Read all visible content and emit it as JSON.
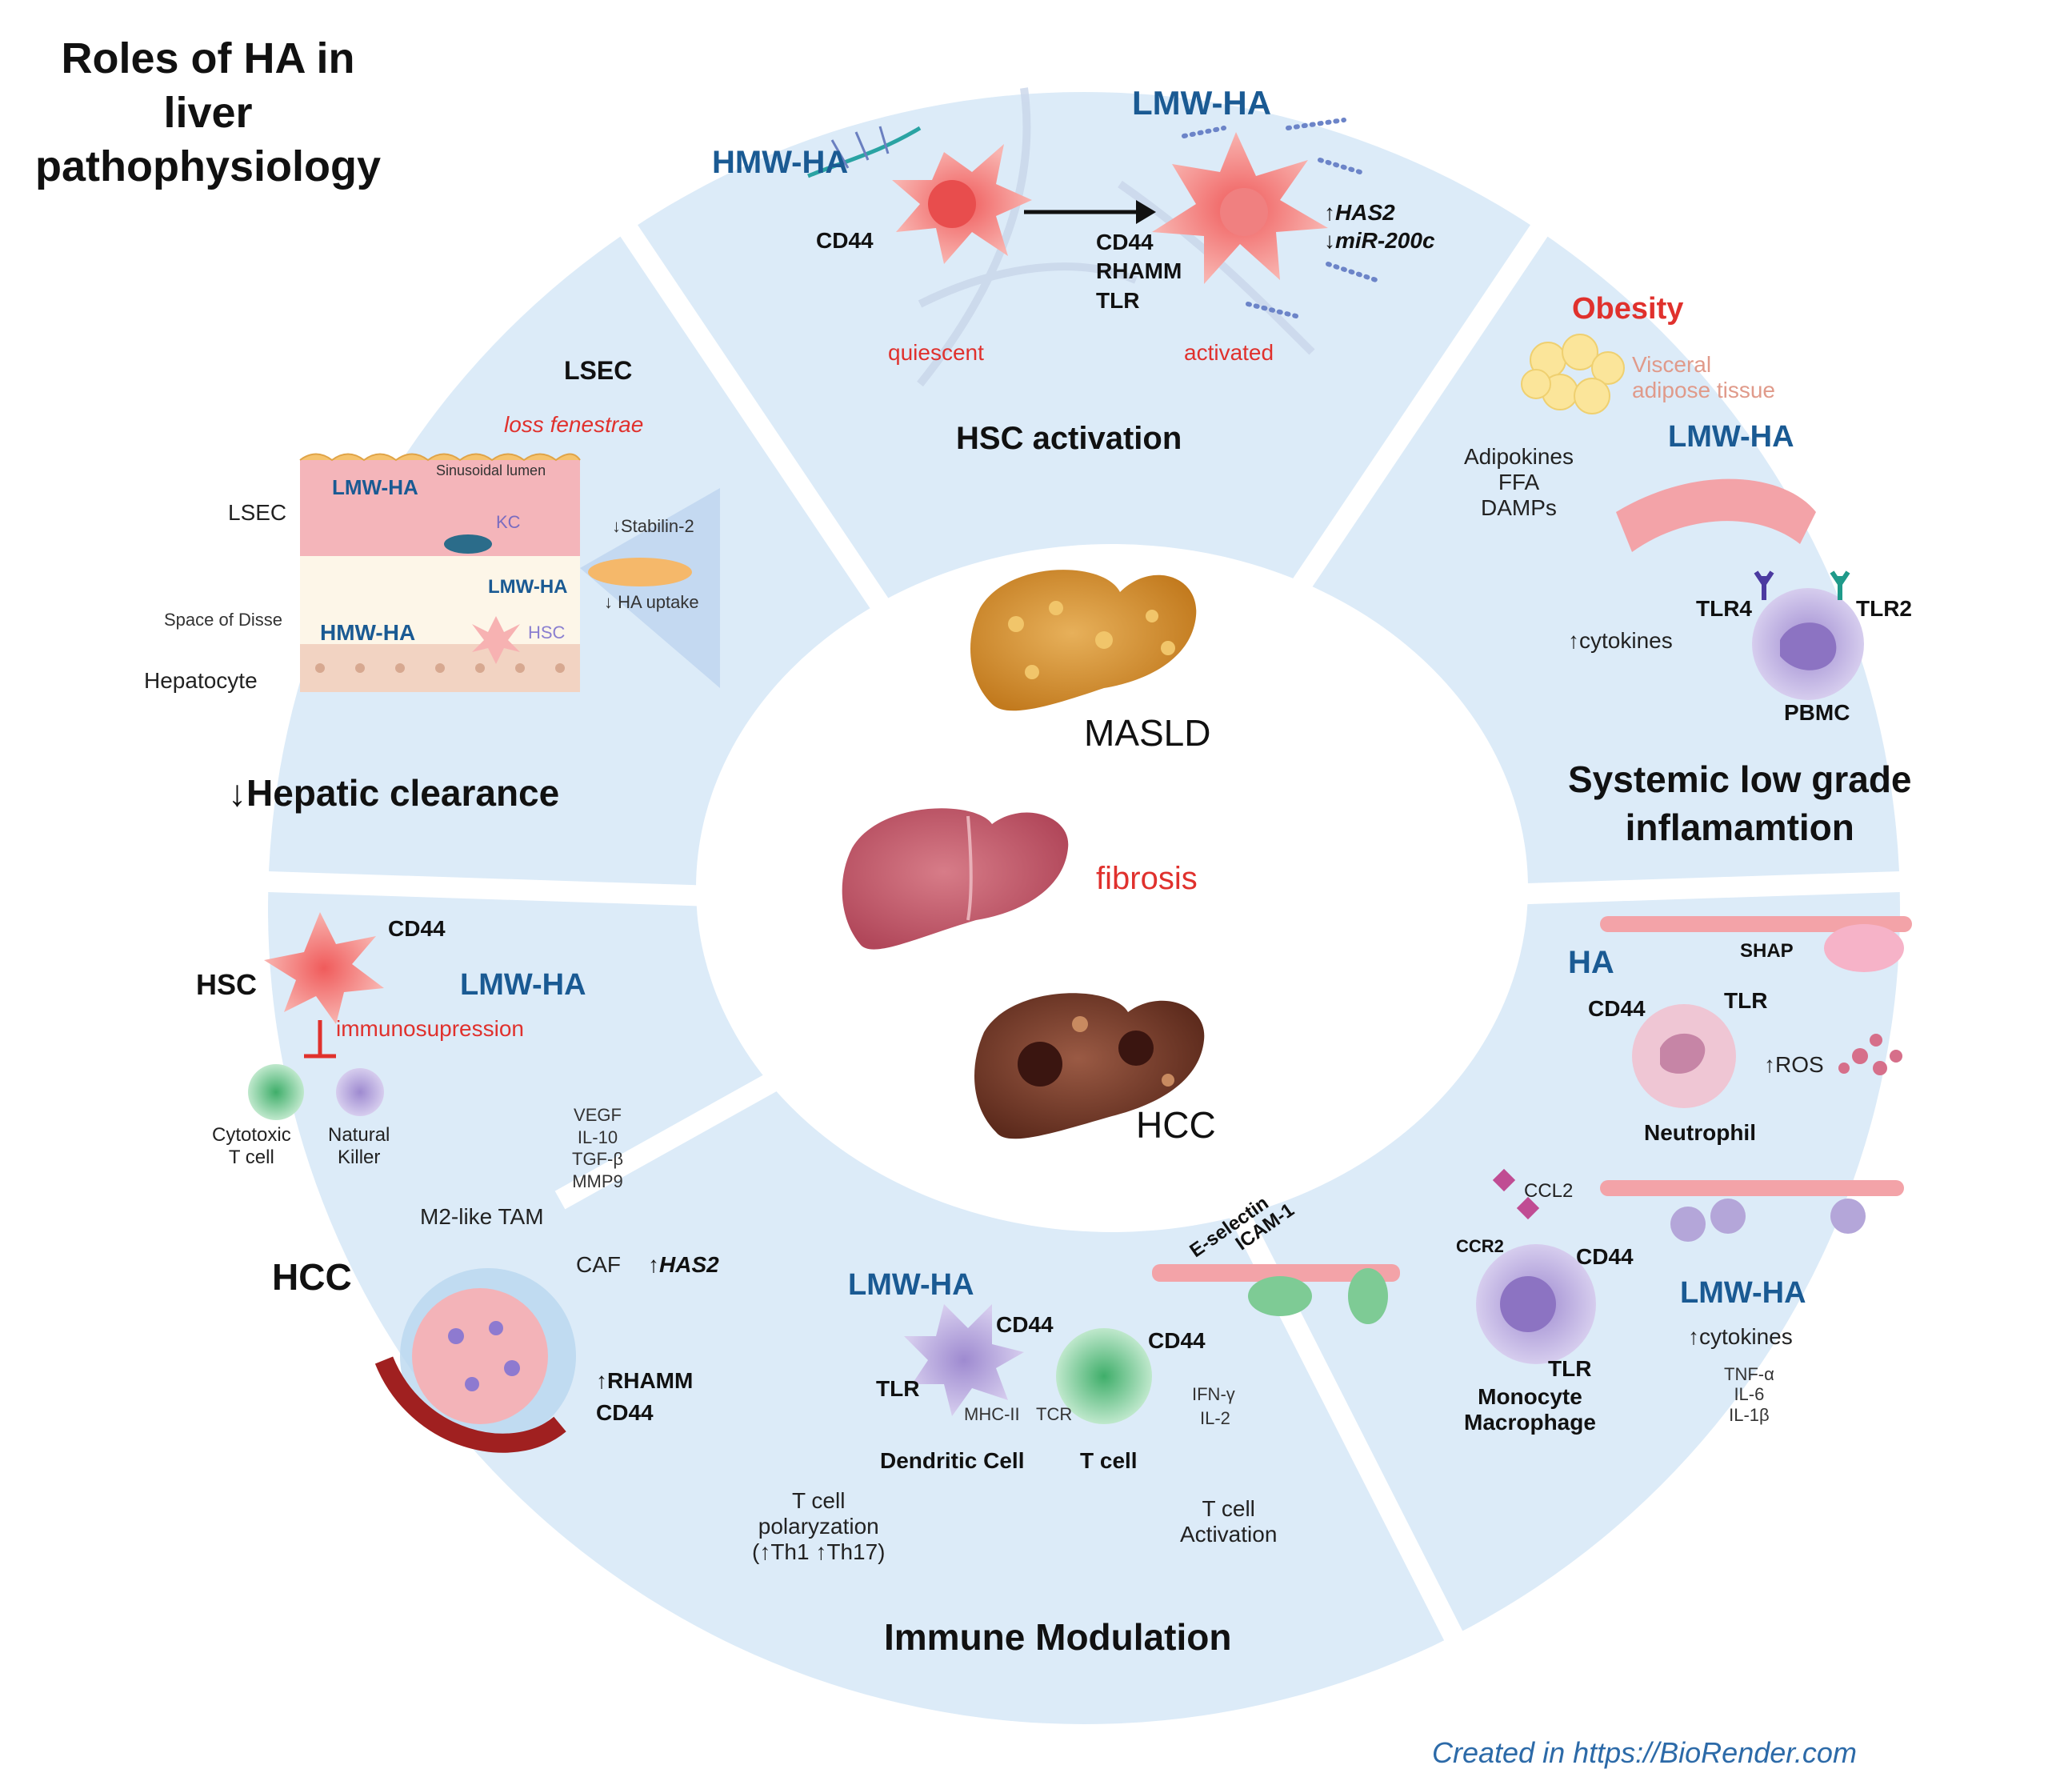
{
  "title": [
    "Roles of HA in",
    "liver",
    "pathophysiology"
  ],
  "colors": {
    "ring": "#dcebf8",
    "divider": "#ffffff",
    "center": "#ffffff",
    "accent_red": "#e0312d",
    "accent_blue": "#1a5a93",
    "cell_pink": "#f29a9a",
    "cell_purple": "#b4a6d9",
    "liver_orange": "#d7922e",
    "liver_pink": "#c85a6a",
    "liver_brown": "#7a3a2a"
  },
  "center": {
    "masld": "MASLD",
    "fibrosis": "fibrosis",
    "hcc": "HCC"
  },
  "hsc": {
    "title": "HSC activation",
    "hmw": "HMW-HA",
    "lmw": "LMW-HA",
    "cd44_left": "CD44",
    "receptors": [
      "CD44",
      "RHAMM",
      "TLR"
    ],
    "has2": "↑HAS2",
    "mir": "↓miR-200c",
    "quiescent": "quiescent",
    "activated": "activated"
  },
  "clearance": {
    "title": "↓Hepatic  clearance",
    "lsec_top": "LSEC",
    "loss": "loss fenestrae",
    "sinus": "Sinusoidal lumen",
    "lsec_side": "LSEC",
    "lmw": "LMW-HA",
    "kc": "KC",
    "lmw2": "LMW-HA",
    "disse": "Space of Disse",
    "hmw": "HMW-HA",
    "hsc": "HSC",
    "hepatocyte": "Hepatocyte",
    "stabilin": "↓Stabilin-2",
    "uptake": "↓ HA uptake"
  },
  "systemic": {
    "title": [
      "Systemic low grade",
      "inflamamtion"
    ],
    "obesity": "Obesity",
    "visceral": [
      "Visceral",
      "adipose tissue"
    ],
    "lmw": "LMW-HA",
    "factors": [
      "Adipokines",
      "FFA",
      "DAMPs"
    ],
    "tlr4": "TLR4",
    "tlr2": "TLR2",
    "cytokines": "↑cytokines",
    "pbmc": "PBMC"
  },
  "hcc": {
    "title": "HCC",
    "hsc": "HSC",
    "cd44": "CD44",
    "lmw": "LMW-HA",
    "immuno": "immunosupression",
    "cyto": [
      "Cytotoxic",
      "T cell"
    ],
    "nk": [
      "Natural",
      "Killer"
    ],
    "factors": [
      "VEGF",
      "IL-10",
      "TGF-β",
      "MMP9"
    ],
    "tam": "M2-like TAM",
    "caf": "CAF",
    "has2": "↑HAS2",
    "rhamm": "↑RHAMM",
    "cd44b": "CD44"
  },
  "immune": {
    "title": "Immune Modulation",
    "lmw": "LMW-HA",
    "cd44a": "CD44",
    "tlr": "TLR",
    "mhc": "MHC-II",
    "tcr": "TCR",
    "cd44b": "CD44",
    "eselectin": "E-selectin",
    "icam": "ICAM-1",
    "ifn": "IFN-γ",
    "il2": "IL-2",
    "dc": "Dendritic Cell",
    "tcell": "T cell",
    "polar": [
      "T cell",
      "polaryzation",
      "(↑Th1 ↑Th17)"
    ],
    "activation": [
      "T cell",
      "Activation"
    ]
  },
  "neutro": {
    "ha": "HA",
    "shap": "SHAP",
    "cd44": "CD44",
    "tlr": "TLR",
    "ros": "↑ROS",
    "neutrophil": "Neutrophil",
    "ccl2": "CCL2",
    "ccr2": "CCR2",
    "cd44b": "CD44",
    "lmw": "LMW-HA",
    "cytokines": "↑cytokines",
    "list": [
      "TNF-α",
      "IL-6",
      "IL-1β"
    ],
    "tlr2": "TLR",
    "mono": [
      "Monocyte",
      "Macrophage"
    ]
  },
  "credit": "Created in https://BioRender.com"
}
